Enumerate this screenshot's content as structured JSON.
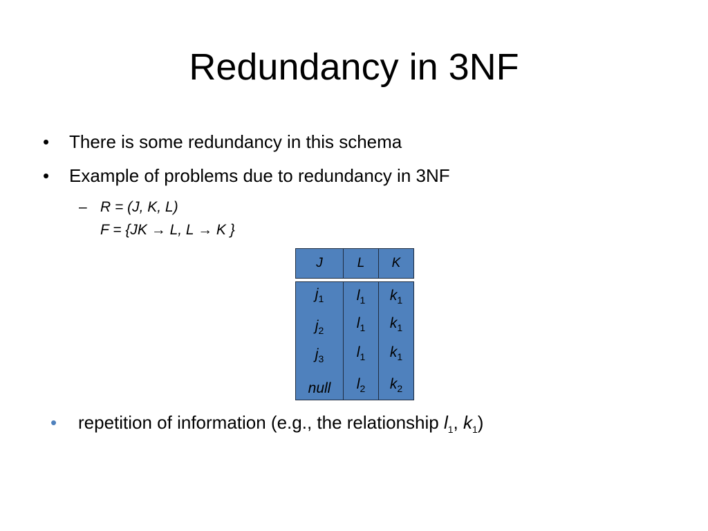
{
  "slide": {
    "title": "Redundancy in 3NF",
    "bullets": [
      "There is some redundancy in this schema",
      "Example of problems due to redundancy in 3NF"
    ],
    "sub": {
      "line1": "R = (J, K, L)",
      "line2_prefix": "F = {JK ",
      "arrow": "→",
      "line2_mid": " L, L ",
      "line2_suffix": " K }"
    },
    "table": {
      "headers": [
        "J",
        "L",
        "K"
      ],
      "rows": [
        {
          "j": "j",
          "j_sub": "1",
          "l": "l",
          "l_sub": "1",
          "k": "k",
          "k_sub": "1"
        },
        {
          "j": "j",
          "j_sub": "2",
          "l": "l",
          "l_sub": "1",
          "k": "k",
          "k_sub": "1"
        },
        {
          "j": "j",
          "j_sub": "3",
          "l": "l",
          "l_sub": "1",
          "k": "k",
          "k_sub": "1"
        },
        {
          "j": "null",
          "j_sub": "",
          "l": "l",
          "l_sub": "2",
          "k": "k",
          "k_sub": "2"
        }
      ]
    },
    "repetition": {
      "prefix": "repetition of information (e.g., the relationship ",
      "l": "l",
      "l_sub": "1",
      "sep": ", ",
      "k": "k",
      "k_sub": "1",
      "suffix": ")"
    },
    "colors": {
      "cell_fill": "#4f81bd",
      "cell_border": "#1f2c3f",
      "accent_bullet": "#4f81bd"
    }
  }
}
